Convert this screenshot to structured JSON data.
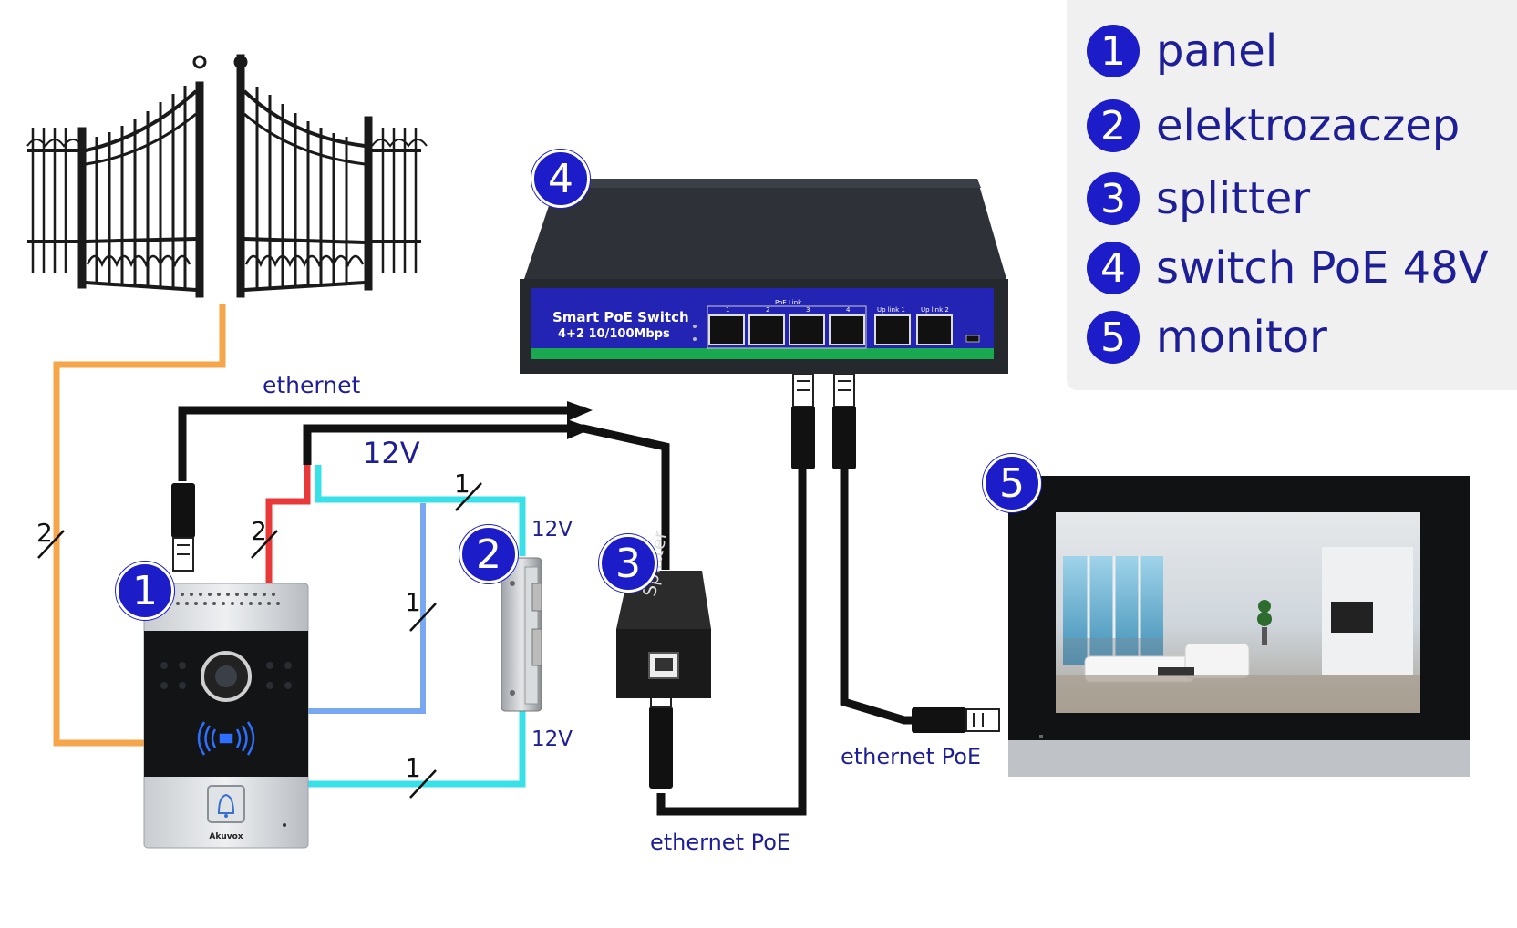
{
  "legend": [
    {
      "num": "1",
      "text": "panel"
    },
    {
      "num": "2",
      "text": "elektrozaczep"
    },
    {
      "num": "3",
      "text": "splitter"
    },
    {
      "num": "4",
      "text": "switch PoE 48V"
    },
    {
      "num": "5",
      "text": "monitor"
    }
  ],
  "labels": {
    "ethernet": "ethernet",
    "v12_main": "12V",
    "v12_top": "12V",
    "v12_bottom": "12V",
    "ethernet_poe_bottom": "ethernet PoE",
    "ethernet_poe_right": "ethernet PoE"
  },
  "wire_counts": {
    "orange": "2",
    "red": "2",
    "cyan_top": "1",
    "blue": "1",
    "cyan_bottom": "1"
  },
  "switch": {
    "title": "Smart PoE Switch",
    "subtitle": "4+2 10/100Mbps",
    "poe_link": "PoE Link",
    "port_nums": [
      "1",
      "2",
      "3",
      "4"
    ],
    "uplink1": "Up link 1",
    "uplink2": "Up link 2"
  },
  "splitter": {
    "text": "Splitter"
  },
  "panel": {
    "brand": "Akuvox"
  },
  "colors": {
    "badge": "#1c1cc8",
    "label": "#1e1e96",
    "orange_wire": "#f5a54a",
    "red_wire": "#e8383a",
    "cyan_wire": "#38e0e8",
    "blue_wire": "#7aa8f0",
    "switch_blue": "#2323b4",
    "switch_green": "#1aa850"
  }
}
